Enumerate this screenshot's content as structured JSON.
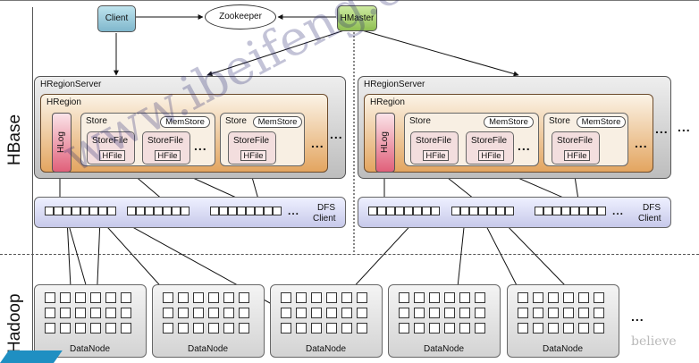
{
  "components": {
    "client": "Client",
    "zookeeper": "Zookeeper",
    "hmaster": "HMaster"
  },
  "side_labels": {
    "hbase": "HBase",
    "hadoop": "Hadoop"
  },
  "region_server": {
    "title": "HRegionServer",
    "region_title": "HRegion",
    "hlog": "HLog",
    "store": "Store",
    "memstore": "MemStore",
    "storefile": "StoreFile",
    "hfile": "HFile",
    "ellipsis": "..."
  },
  "dfs_client": {
    "line1": "DFS",
    "line2": "Client"
  },
  "datanode": "DataNode",
  "more": "...",
  "watermark": {
    "main": "www.ibeifeng.com",
    "corner": "believe"
  },
  "colors": {
    "client": "#7fb7cc",
    "hmaster": "#8fbf52",
    "hregion": "#e3a560",
    "hlog": "#e0607a",
    "dfs_client": "#c7c9ea",
    "corner_accent": "#1f8fc2"
  }
}
